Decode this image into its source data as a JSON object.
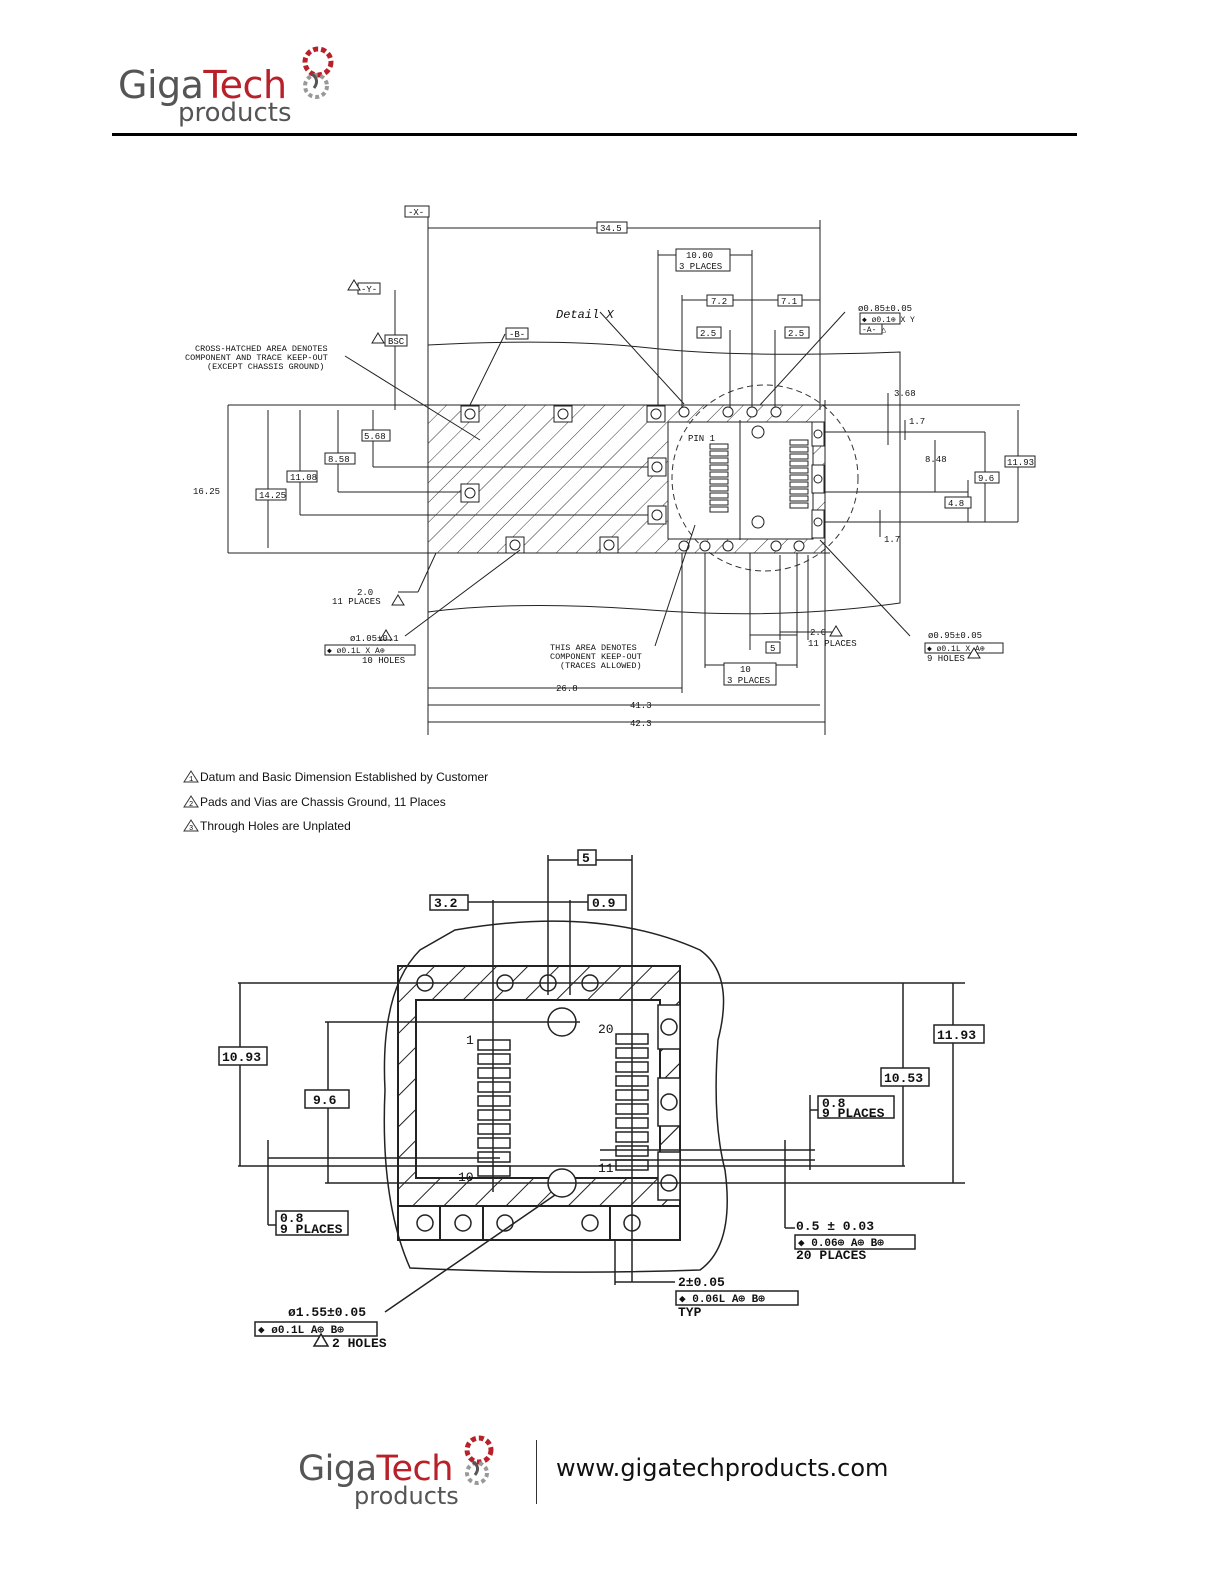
{
  "header": {
    "logo_giga": "Giga",
    "logo_tech": "Tech",
    "logo_products": "products"
  },
  "drawing_top": {
    "datum_x": "-X-",
    "datum_y": "-Y-",
    "datum_b": "-B-",
    "bsc": "BSC",
    "dim_34_5": "34.5",
    "dim_10_00": "10.00",
    "dim_3_places_a": "3 PLACES",
    "dim_7_2": "7.2",
    "dim_7_1": "7.1",
    "dim_2_5_left": "2.5",
    "dim_2_5_right": "2.5",
    "detail_x": "Detail X",
    "hole_095_top": "ø0.85±0.05",
    "hole_095_top_fcf": "◆ ø0.1⊕ X Y",
    "hole_095_top_datum": "-A- △",
    "cross_hatch_note_1": "CROSS-HATCHED AREA DENOTES",
    "cross_hatch_note_2": "COMPONENT AND TRACE KEEP-OUT",
    "cross_hatch_note_3": "(EXCEPT CHASSIS GROUND)",
    "pin1": "PIN 1",
    "dim_5_68": "5.68",
    "dim_8_58": "8.58",
    "dim_11_08": "11.08",
    "dim_14_25": "14.25",
    "dim_16_25": "16.25",
    "dim_3_68": "3.68",
    "dim_1_7_top": "1.7",
    "dim_8_48": "8.48",
    "dim_9_6": "9.6",
    "dim_11_93": "11.93",
    "dim_4_8": "4.8",
    "dim_1_7_bottom": "1.7",
    "dim_2_0_left": "2.0",
    "dim_11_places_left": "11 PLACES",
    "hole_105": "ø1.05±0.1",
    "hole_105_fcf": "◆ ø0.1L X A⊕",
    "hole_105_count": "10 HOLES",
    "traces_note_1": "THIS AREA DENOTES",
    "traces_note_2": "COMPONENT KEEP-OUT",
    "traces_note_3": "(TRACES ALLOWED)",
    "dim_5": "5",
    "dim_2_0_right": "2.0",
    "dim_11_places_right": "11 PLACES",
    "hole_095_bottom": "ø0.95±0.05",
    "hole_095_bottom_fcf": "◆ ø0.1L X A⊕",
    "hole_095_bottom_count": "9 HOLES",
    "dim_10": "10",
    "dim_3_places_b": "3 PLACES",
    "dim_26_8": "26.8",
    "dim_41_3": "41.3",
    "dim_42_3": "42.3"
  },
  "notes": [
    {
      "num": "1",
      "text": "Datum and Basic Dimension Established by Customer"
    },
    {
      "num": "2",
      "text": "Pads and Vias are Chassis Ground, 11 Places"
    },
    {
      "num": "3",
      "text": "Through Holes are Unplated"
    }
  ],
  "drawing_detail": {
    "dim_5": "5",
    "dim_3_2": "3.2",
    "dim_0_9": "0.9",
    "dim_10_93": "10.93",
    "dim_9_6": "9.6",
    "dim_11_93": "11.93",
    "dim_10_53": "10.53",
    "dim_0_8_right": "0.8",
    "dim_9_places_right": "9 PLACES",
    "dim_0_8_left": "0.8",
    "dim_9_places_left": "9 PLACES",
    "pin_1": "1",
    "pin_10": "10",
    "pin_11": "11",
    "pin_20": "20",
    "pad_width": "0.5 ± 0.03",
    "pad_fcf": "◆ 0.06⊕ A⊕ B⊕",
    "pad_count": "20 PLACES",
    "pitch": "2±0.05",
    "pitch_fcf": "◆ 0.06L A⊕ B⊕",
    "pitch_typ": "TYP",
    "hole_155": "ø1.55±0.05",
    "hole_155_fcf": "◆ ø0.1L A⊕ B⊕",
    "hole_155_count": "2 HOLES"
  },
  "footer": {
    "logo_giga": "Giga",
    "logo_tech": "Tech",
    "logo_products": "products",
    "url": "www.gigatechproducts.com"
  }
}
